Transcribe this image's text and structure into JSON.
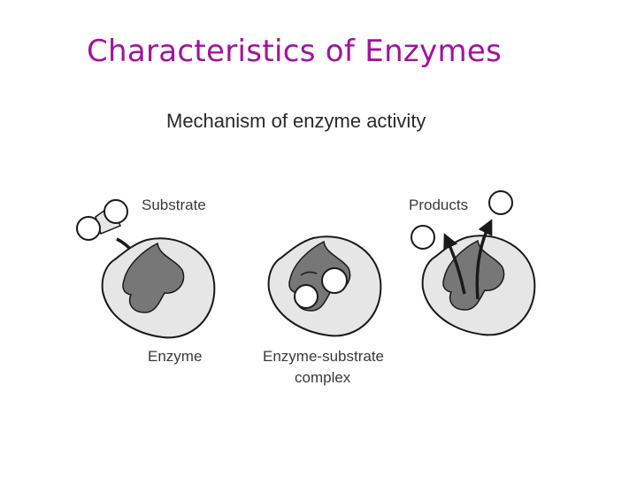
{
  "slide": {
    "title": "Characteristics of Enzymes",
    "title_color": "#a0139b"
  },
  "diagram": {
    "heading": "Mechanism of enzyme activity",
    "labels": {
      "substrate": "Substrate",
      "products": "Products",
      "enzyme": "Enzyme",
      "complex_line1": "Enzyme-substrate",
      "complex_line2": "complex"
    },
    "colors": {
      "enzyme_fill": "#e6e6e6",
      "active_site_fill": "#777777",
      "outline": "#1a1a1a"
    }
  }
}
